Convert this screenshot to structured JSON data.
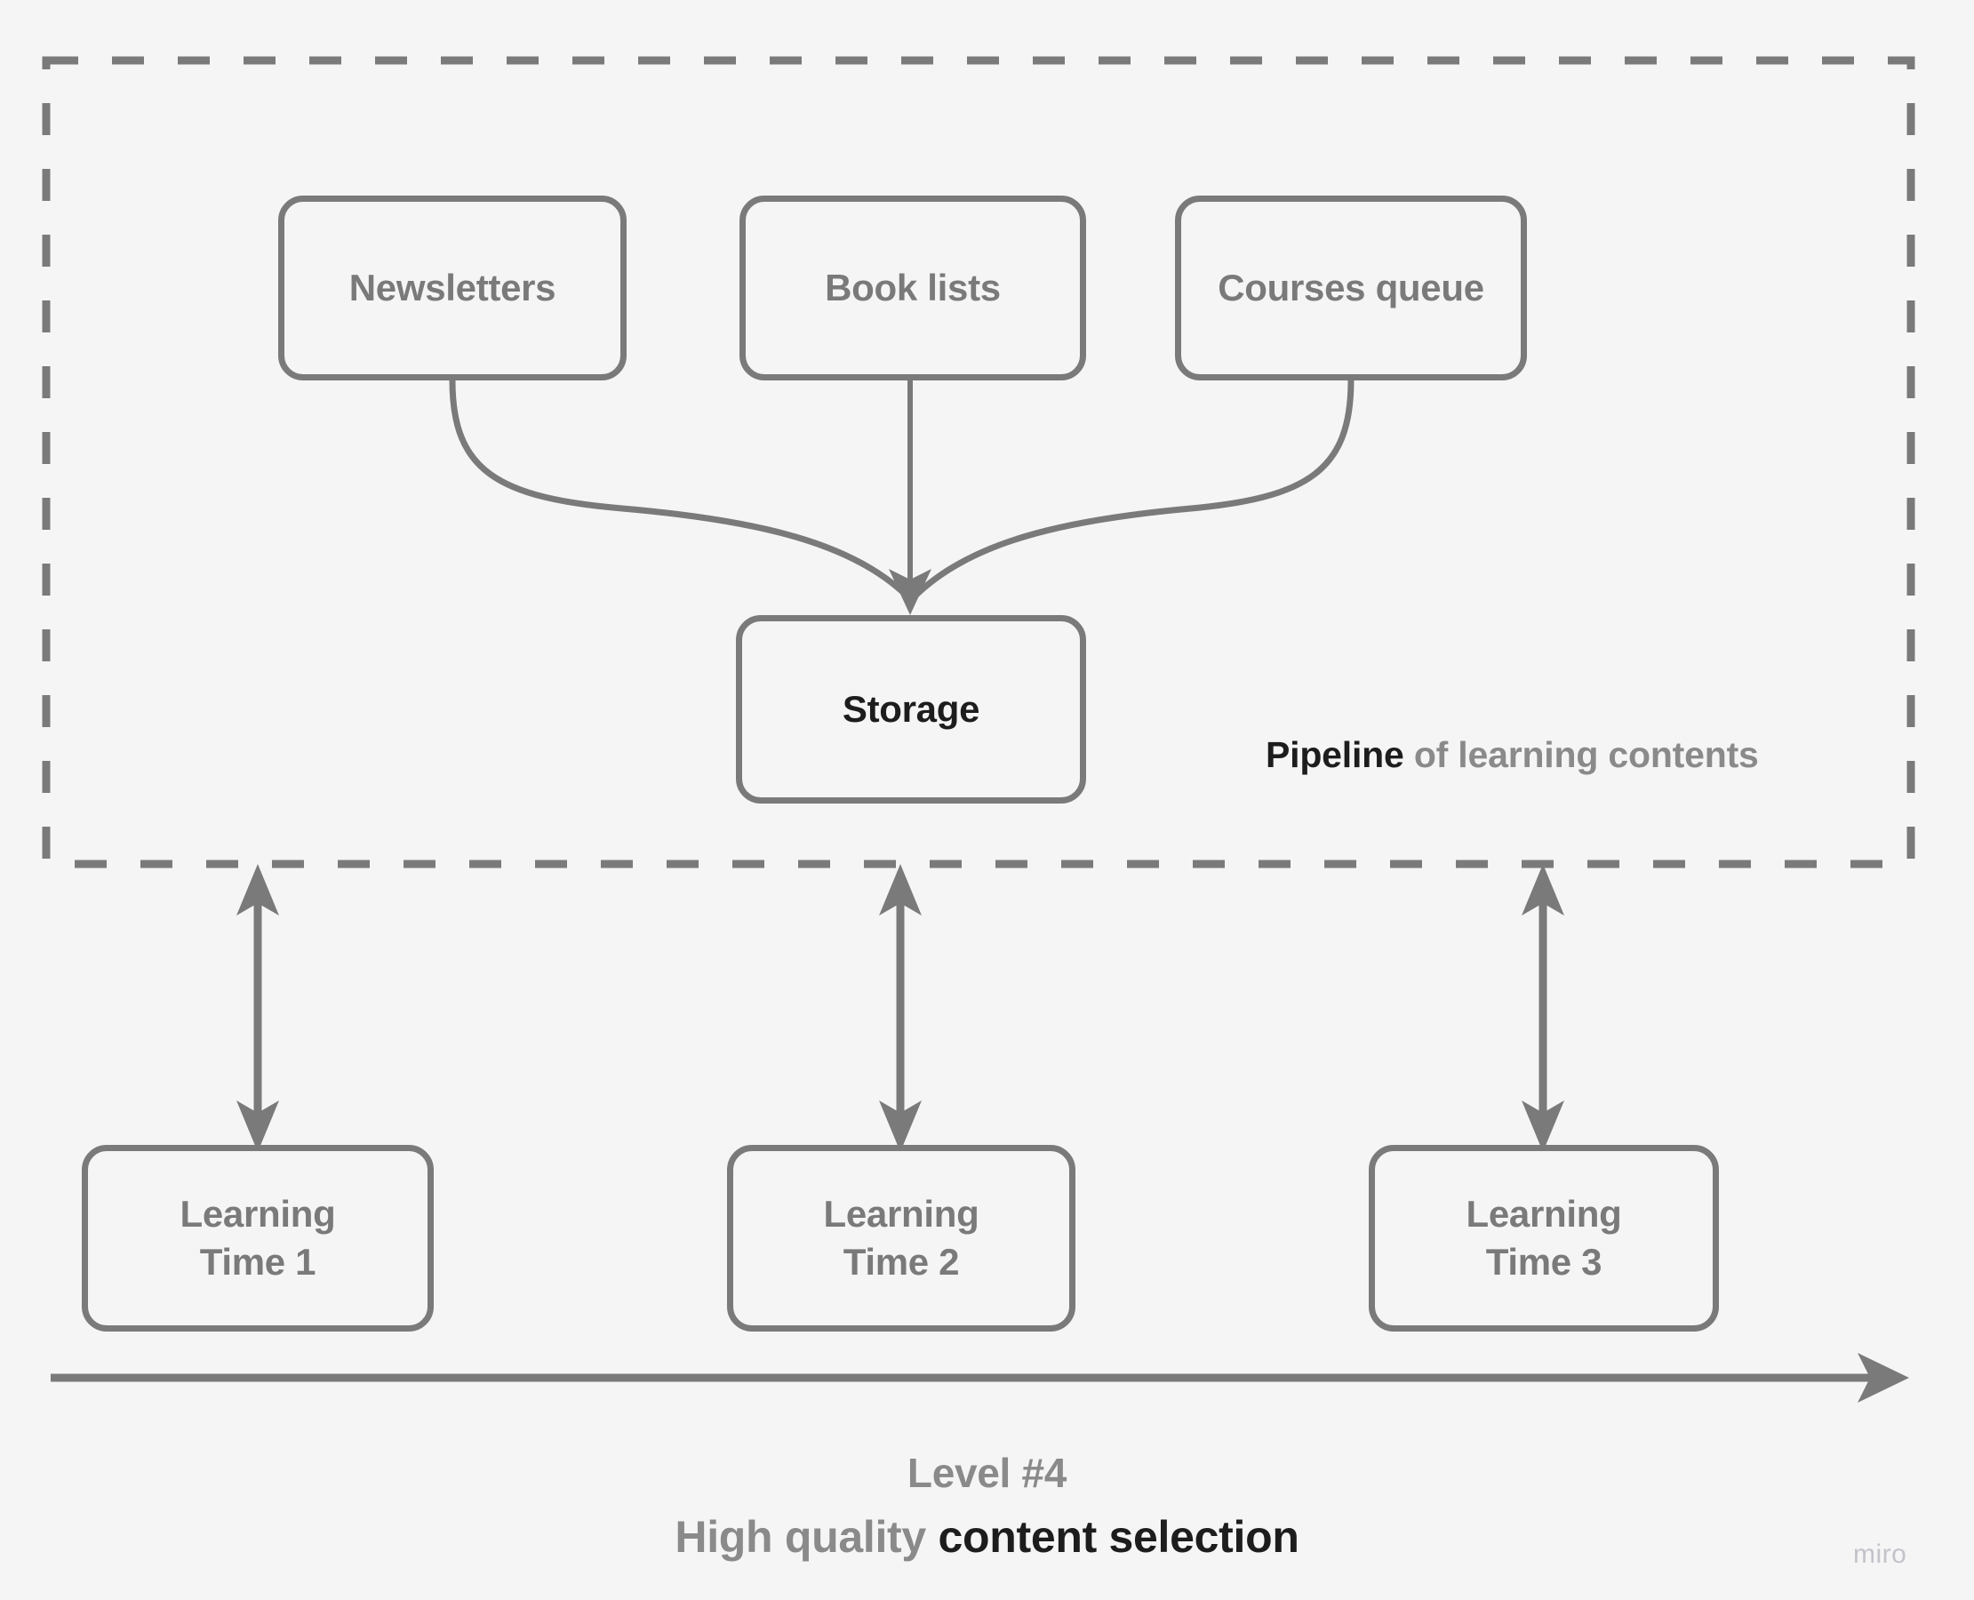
{
  "canvas": {
    "background_color": "#f5f5f5",
    "stroke_color": "#7a7a7a",
    "emphasis_color": "#1d1d1d",
    "muted_color": "#8a8a8a"
  },
  "pipeline_group": {
    "border_style": "dashed",
    "label_strong": "Pipeline",
    "label_rest": " of learning contents"
  },
  "sources": [
    {
      "id": "newsletters",
      "label": "Newsletters"
    },
    {
      "id": "book-lists",
      "label": "Book lists"
    },
    {
      "id": "courses-queue",
      "label": "Courses queue"
    }
  ],
  "storage": {
    "id": "storage",
    "label": "Storage"
  },
  "learning_times": [
    {
      "id": "learning-time-1",
      "label": "Learning\nTime 1"
    },
    {
      "id": "learning-time-2",
      "label": "Learning\nTime 2"
    },
    {
      "id": "learning-time-3",
      "label": "Learning\nTime 3"
    }
  ],
  "caption": {
    "level": "Level #4",
    "sub_muted": "High quality ",
    "sub_strong": "content selection"
  },
  "watermark": "miro"
}
